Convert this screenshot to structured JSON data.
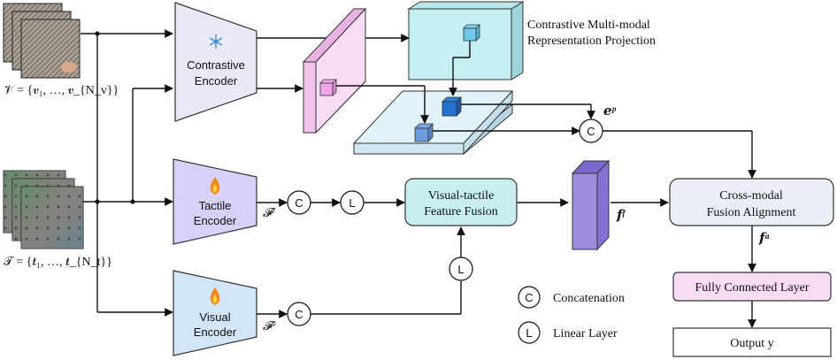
{
  "inputs": {
    "visual_set": "𝒱 = {𝒗₁, …, 𝒗_{N_v}}",
    "tactile_set": "𝒯 = {𝒕₁, …, 𝒕_{N_t}}"
  },
  "encoders": {
    "contrastive": [
      "Contrastive",
      "Encoder"
    ],
    "tactile": [
      "Tactile",
      "Encoder"
    ],
    "visual": [
      "Visual",
      "Encoder"
    ]
  },
  "projection_title": [
    "Contrastive Multi-modal",
    "Representation Projection"
  ],
  "features": {
    "ft": "𝓕ᵗ",
    "fv": "𝓕ᵛ",
    "ep": "𝒆ᵖ",
    "ff": "𝒇ᶠ",
    "fa": "𝒇ᵃ"
  },
  "nodes": {
    "concat": "C",
    "linear": "L"
  },
  "fusion_box": [
    "Visual-tactile",
    "Feature Fusion"
  ],
  "alignment_box": [
    "Cross-modal",
    "Fusion Alignment"
  ],
  "fc_box": "Fully Connected Layer",
  "output_box": "Output y",
  "legend": {
    "concat_label": "Concatenation",
    "linear_label": "Linear Layer"
  },
  "colors": {
    "contrastive_encoder": "#e9e9f5",
    "tactile_encoder": "#d6d1f7",
    "visual_encoder": "#d3e6f8",
    "projection_box": "#c5eef2",
    "plane": "#e1f2f9",
    "pink_slab": "#f8dcf5",
    "purple_slab": "#9f8ce0",
    "fusion": "#c8eef2",
    "alignment": "#eaeff7",
    "fc": "#f7dcf6"
  },
  "icons": {
    "frozen": "snowflake-icon",
    "trainable": "flame-icon"
  }
}
